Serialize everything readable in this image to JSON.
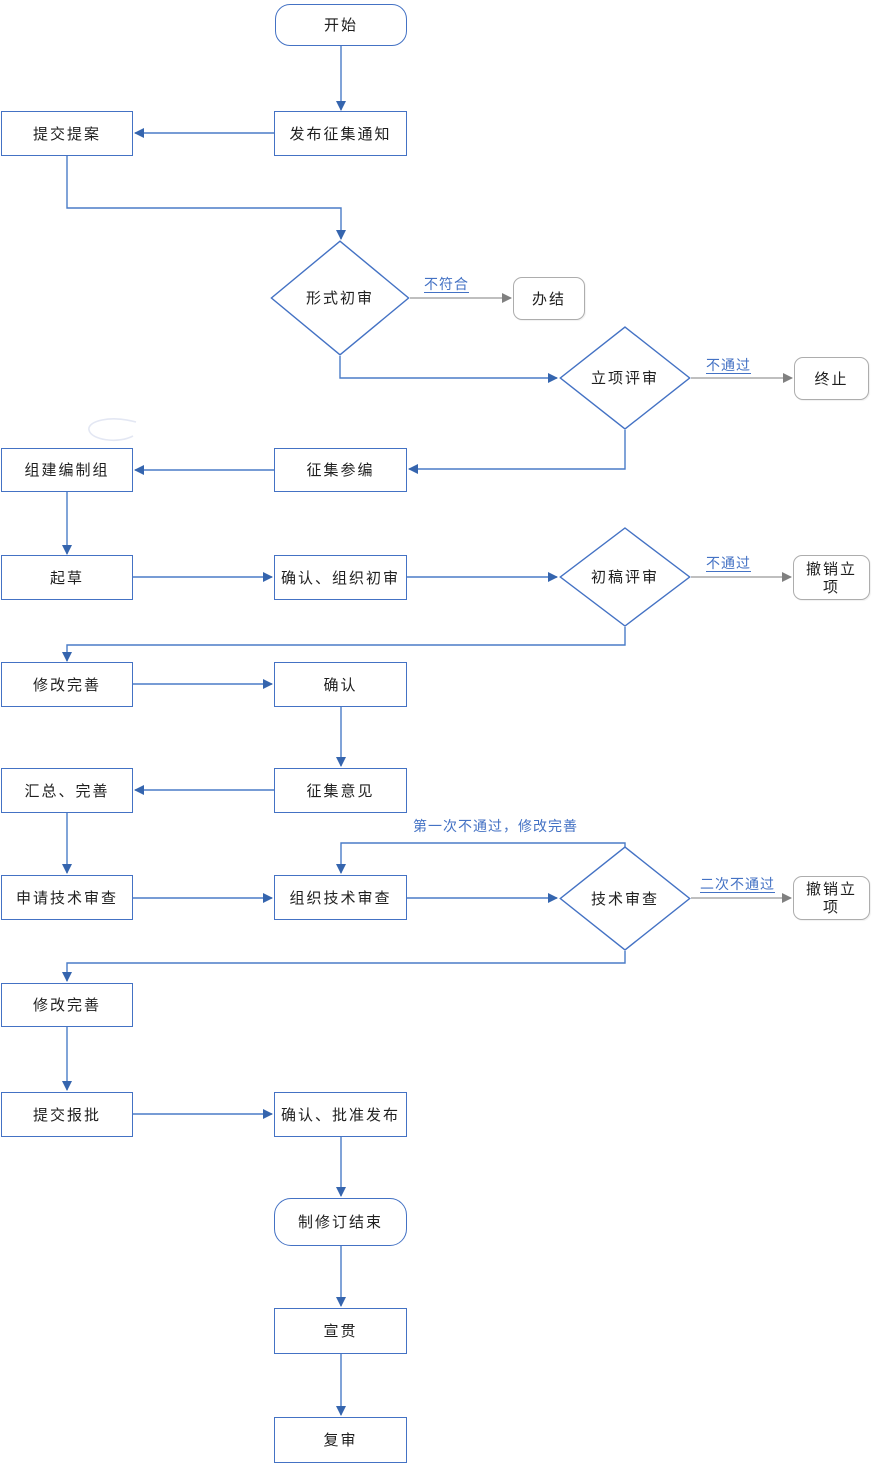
{
  "diagram_type": "flowchart",
  "colors": {
    "accent_blue": "#4472C4",
    "line_blue": "#4A7CC7",
    "arrow_blue": "#3565AE",
    "terminal_gray_border": "#ADADAD",
    "line_gray": "#999999",
    "arrow_gray": "#808080",
    "edge_label_blue": "#4472C4"
  },
  "nodes": {
    "start": {
      "label": "开始"
    },
    "publish_notice": {
      "label": "发布征集通知"
    },
    "submit_proposal": {
      "label": "提交提案"
    },
    "form_review": {
      "label": "形式初审"
    },
    "close_case": {
      "label": "办结"
    },
    "project_review": {
      "label": "立项评审"
    },
    "terminate": {
      "label": "终止"
    },
    "solicit_participants": {
      "label": "征集参编"
    },
    "form_team": {
      "label": "组建编制组"
    },
    "draft": {
      "label": "起草"
    },
    "confirm_org_review": {
      "label": "确认、组织初审"
    },
    "draft_review": {
      "label": "初稿评审"
    },
    "cancel_project_1": {
      "label": "撤销立项"
    },
    "revise_1": {
      "label": "修改完善"
    },
    "confirm": {
      "label": "确认"
    },
    "solicit_opinions": {
      "label": "征集意见"
    },
    "summarize": {
      "label": "汇总、完善"
    },
    "apply_tech_review": {
      "label": "申请技术审查"
    },
    "org_tech_review": {
      "label": "组织技术审查"
    },
    "tech_review": {
      "label": "技术审查"
    },
    "cancel_project_2": {
      "label": "撤销立项"
    },
    "revise_2": {
      "label": "修改完善"
    },
    "submit_approval": {
      "label": "提交报批"
    },
    "confirm_publish": {
      "label": "确认、批准发布"
    },
    "end_revision": {
      "label": "制修订结束"
    },
    "promote": {
      "label": "宣贯"
    },
    "final_review": {
      "label": "复审"
    }
  },
  "edge_labels": {
    "form_fail": "不符合",
    "project_fail": "不通过",
    "draft_fail": "不通过",
    "tech_first_fail": "第一次不通过，修改完善",
    "tech_second_fail": "二次不通过"
  },
  "edges": [
    {
      "from": "start",
      "to": "publish_notice",
      "label": ""
    },
    {
      "from": "publish_notice",
      "to": "submit_proposal",
      "label": ""
    },
    {
      "from": "submit_proposal",
      "to": "form_review",
      "label": ""
    },
    {
      "from": "form_review",
      "to": "close_case",
      "label": "不符合"
    },
    {
      "from": "form_review",
      "to": "project_review",
      "label": ""
    },
    {
      "from": "project_review",
      "to": "terminate",
      "label": "不通过"
    },
    {
      "from": "project_review",
      "to": "solicit_participants",
      "label": ""
    },
    {
      "from": "solicit_participants",
      "to": "form_team",
      "label": ""
    },
    {
      "from": "form_team",
      "to": "draft",
      "label": ""
    },
    {
      "from": "draft",
      "to": "confirm_org_review",
      "label": ""
    },
    {
      "from": "confirm_org_review",
      "to": "draft_review",
      "label": ""
    },
    {
      "from": "draft_review",
      "to": "cancel_project_1",
      "label": "不通过"
    },
    {
      "from": "draft_review",
      "to": "revise_1",
      "label": ""
    },
    {
      "from": "revise_1",
      "to": "confirm",
      "label": ""
    },
    {
      "from": "confirm",
      "to": "solicit_opinions",
      "label": ""
    },
    {
      "from": "solicit_opinions",
      "to": "summarize",
      "label": ""
    },
    {
      "from": "summarize",
      "to": "apply_tech_review",
      "label": ""
    },
    {
      "from": "apply_tech_review",
      "to": "org_tech_review",
      "label": ""
    },
    {
      "from": "org_tech_review",
      "to": "tech_review",
      "label": ""
    },
    {
      "from": "tech_review",
      "to": "org_tech_review",
      "label": "第一次不通过，修改完善"
    },
    {
      "from": "tech_review",
      "to": "cancel_project_2",
      "label": "二次不通过"
    },
    {
      "from": "tech_review",
      "to": "revise_2",
      "label": ""
    },
    {
      "from": "revise_2",
      "to": "submit_approval",
      "label": ""
    },
    {
      "from": "submit_approval",
      "to": "confirm_publish",
      "label": ""
    },
    {
      "from": "confirm_publish",
      "to": "end_revision",
      "label": ""
    },
    {
      "from": "end_revision",
      "to": "promote",
      "label": ""
    },
    {
      "from": "promote",
      "to": "final_review",
      "label": ""
    }
  ]
}
